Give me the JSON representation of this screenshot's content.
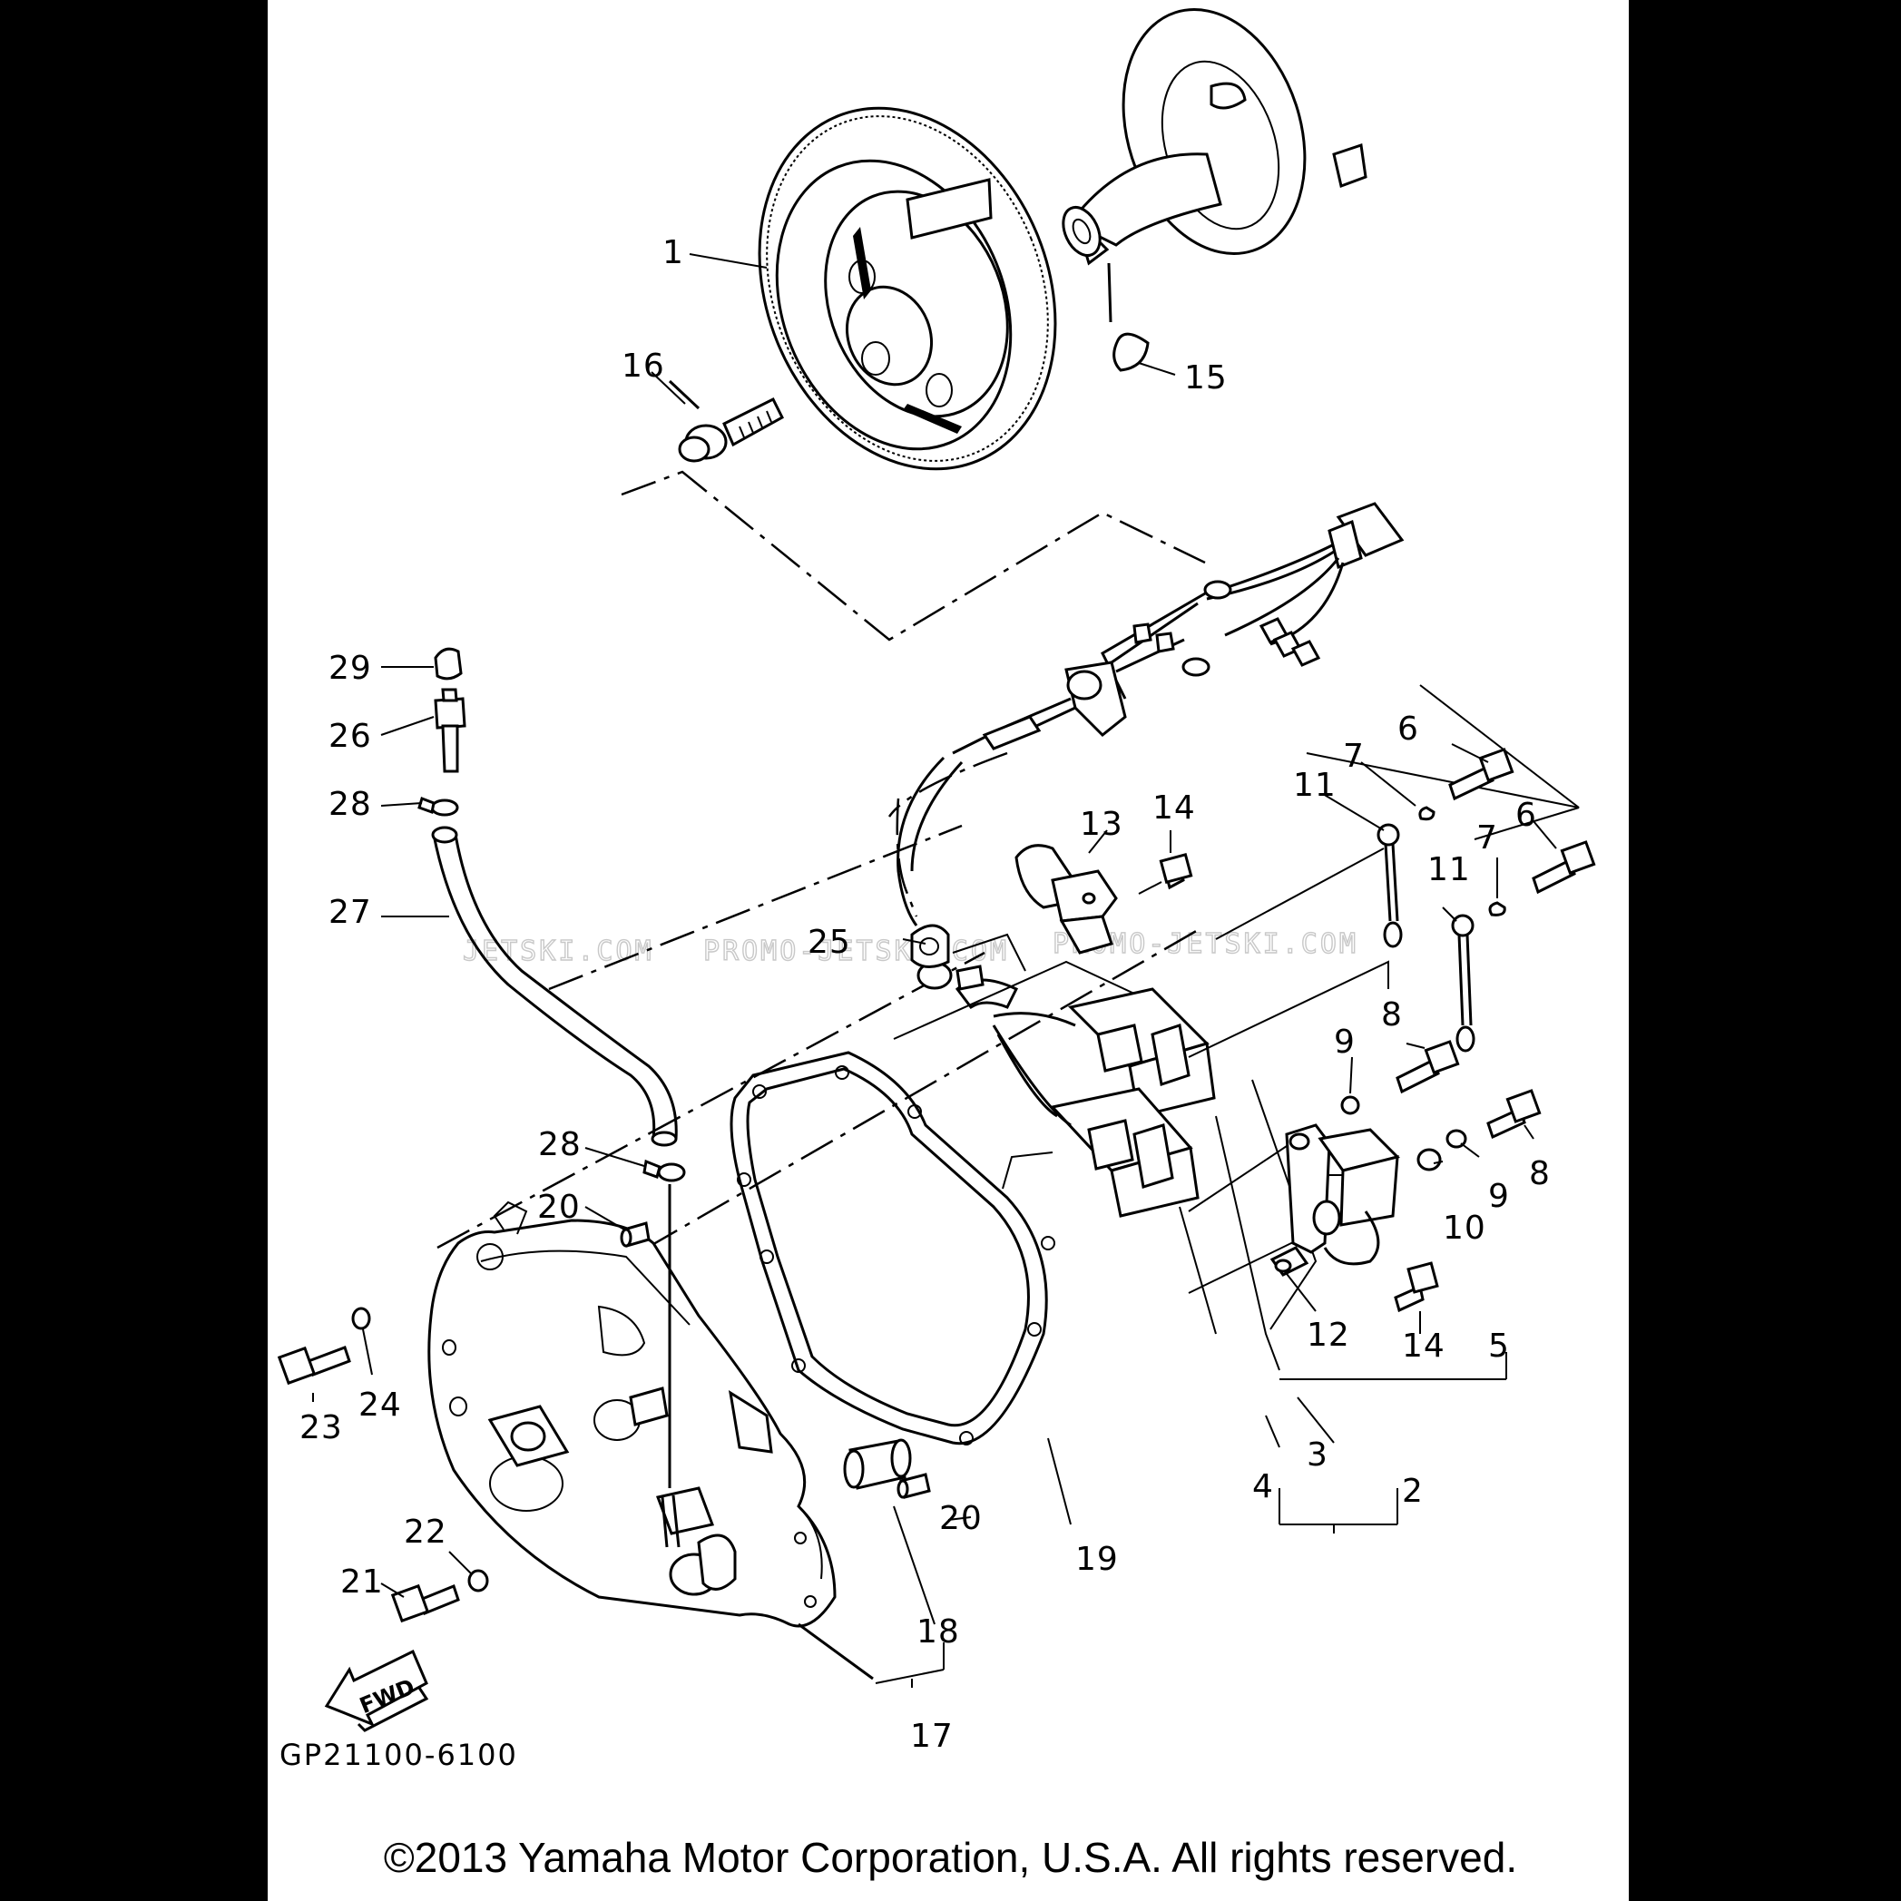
{
  "diagram": {
    "drawing_code": "GP21100-6100",
    "copyright": "©2013 Yamaha Motor Corporation, U.S.A. All rights reserved.",
    "watermark": [
      "JETSKI.COM",
      "PROMO-JETSKI.COM",
      "PROMO-JETSKI.COM"
    ],
    "fwd_label": "FWD",
    "callouts": [
      {
        "id": "c1",
        "text": "1"
      },
      {
        "id": "c2",
        "text": "2"
      },
      {
        "id": "c3",
        "text": "3"
      },
      {
        "id": "c4",
        "text": "4"
      },
      {
        "id": "c5",
        "text": "5"
      },
      {
        "id": "c6a",
        "text": "6"
      },
      {
        "id": "c6b",
        "text": "6"
      },
      {
        "id": "c7a",
        "text": "7"
      },
      {
        "id": "c7b",
        "text": "7"
      },
      {
        "id": "c8a",
        "text": "8"
      },
      {
        "id": "c8b",
        "text": "8"
      },
      {
        "id": "c9a",
        "text": "9"
      },
      {
        "id": "c9b",
        "text": "9"
      },
      {
        "id": "c10",
        "text": "10"
      },
      {
        "id": "c11a",
        "text": "11"
      },
      {
        "id": "c11b",
        "text": "11"
      },
      {
        "id": "c12",
        "text": "12"
      },
      {
        "id": "c13",
        "text": "13"
      },
      {
        "id": "c14a",
        "text": "14"
      },
      {
        "id": "c14b",
        "text": "14"
      },
      {
        "id": "c15",
        "text": "15"
      },
      {
        "id": "c16",
        "text": "16"
      },
      {
        "id": "c17",
        "text": "17"
      },
      {
        "id": "c18",
        "text": "18"
      },
      {
        "id": "c19",
        "text": "19"
      },
      {
        "id": "c20a",
        "text": "20"
      },
      {
        "id": "c20b",
        "text": "20"
      },
      {
        "id": "c21",
        "text": "21"
      },
      {
        "id": "c22",
        "text": "22"
      },
      {
        "id": "c23",
        "text": "23"
      },
      {
        "id": "c24",
        "text": "24"
      },
      {
        "id": "c25",
        "text": "25"
      },
      {
        "id": "c26",
        "text": "26"
      },
      {
        "id": "c27",
        "text": "27"
      },
      {
        "id": "c28a",
        "text": "28"
      },
      {
        "id": "c28b",
        "text": "28"
      },
      {
        "id": "c29",
        "text": "29"
      }
    ]
  }
}
